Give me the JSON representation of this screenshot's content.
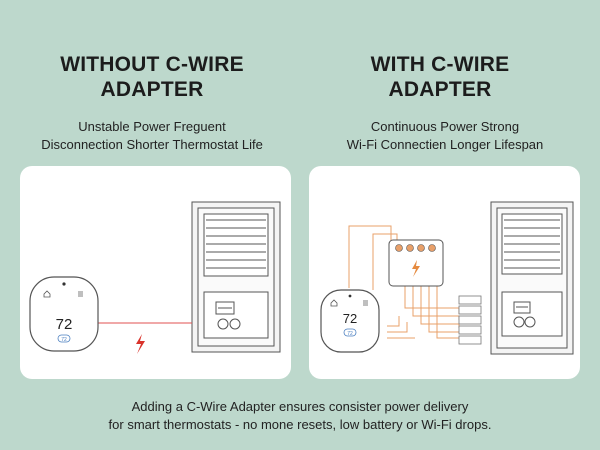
{
  "left": {
    "heading": [
      "WITHOUT C-WIRE",
      "ADAPTER"
    ],
    "description": [
      "Unstable Power Freguent",
      "Disconnection Shorter Thermostat Life"
    ],
    "thermostat": {
      "temperature": "72",
      "badge": "72"
    }
  },
  "right": {
    "heading": [
      "WITH C-WIRE",
      "ADAPTER"
    ],
    "description": [
      "Continuous Power Strong",
      "Wi-Fi Connectien Longer Lifespan"
    ],
    "thermostat": {
      "temperature": "72",
      "badge": "72"
    }
  },
  "footer": [
    "Adding a C-Wire Adapter ensures consister power delivery",
    "for smart thermostats - no mone resets, low battery or Wi-Fi drops."
  ],
  "colors": {
    "background": "#bdd8cc",
    "panel": "#ffffff",
    "line": "#555555",
    "broken_wire": "#e05050",
    "lightning": "#d9332b",
    "adapter_wire": "#e8a06a"
  },
  "icons": [
    "home-icon",
    "menu-icon",
    "lightning-icon"
  ]
}
